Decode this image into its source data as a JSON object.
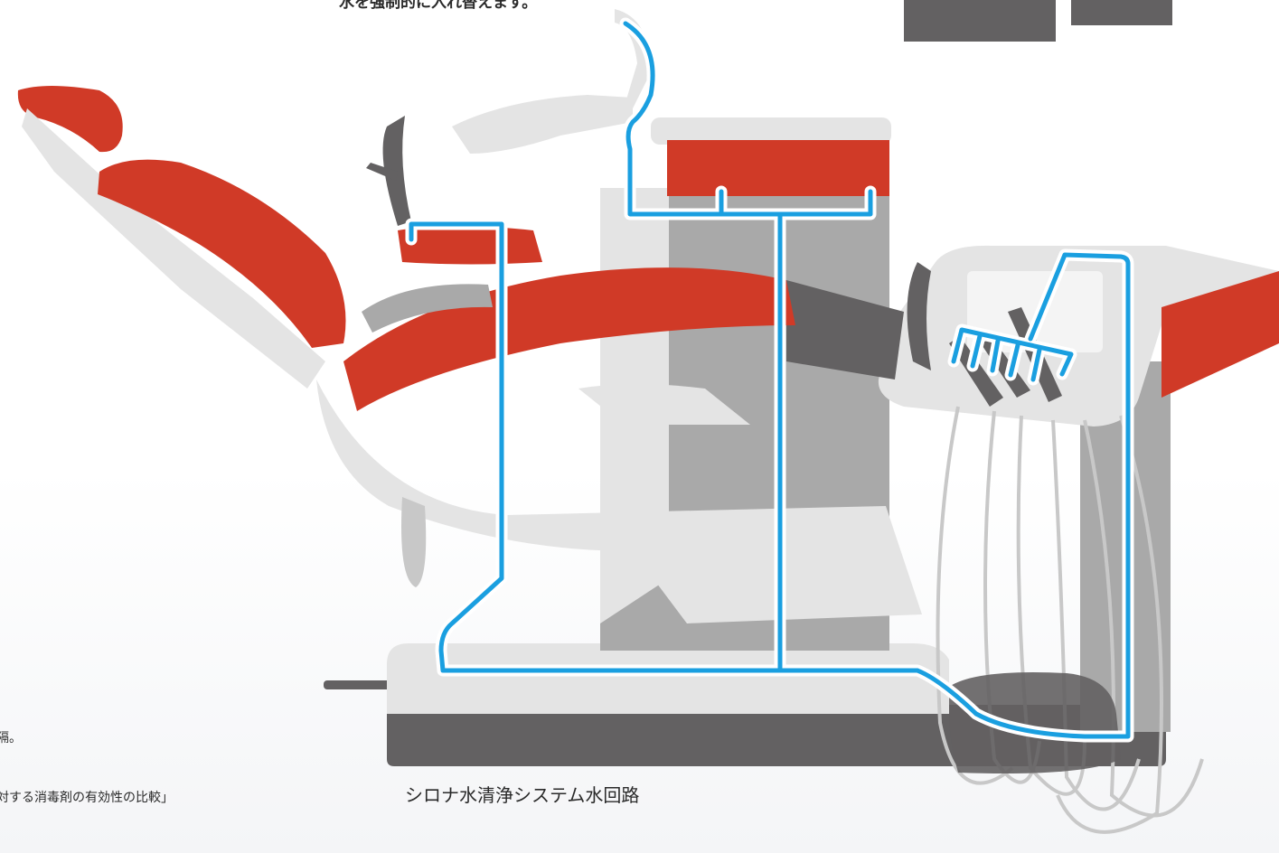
{
  "texts": {
    "top_cut_text": "水を強制的に入れ替えます。",
    "left_note_1": "隔。",
    "left_note_2": "対する消毒剤の有効性の比較」",
    "caption": "シロナ水清浄システム水回路"
  },
  "colors": {
    "water_line": "#1a9fe0",
    "chair_red": "#d03a27",
    "light_gray": "#e4e4e4",
    "mid_gray": "#a9a9a9",
    "dark_gray": "#636162"
  }
}
